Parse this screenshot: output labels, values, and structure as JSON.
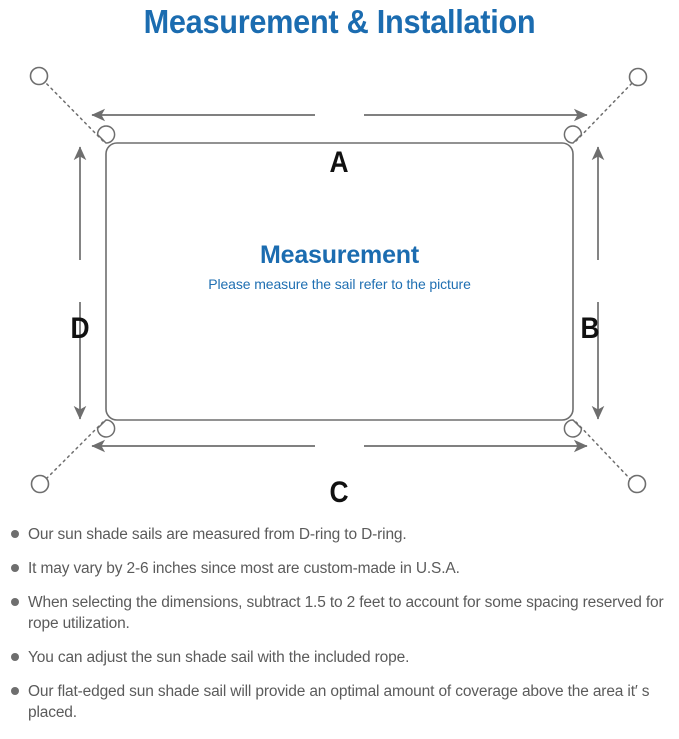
{
  "page": {
    "title": "Measurement & Installation",
    "title_color": "#1B6CB0",
    "background": "#FFFFFF"
  },
  "diagram": {
    "name": "sun-shade-sail-measurement-diagram",
    "sail": {
      "label_title": "Measurement",
      "label_subtitle": "Please measure the sail refer to the picture",
      "title_color": "#1B6CB0",
      "subtitle_color": "#1F6FB2",
      "outline_color": "#6E6E6E"
    },
    "dimension_labels": [
      {
        "id": "a",
        "text": "A",
        "position": "top",
        "orientation": "horizontal"
      },
      {
        "id": "b",
        "text": "B",
        "position": "right",
        "orientation": "vertical"
      },
      {
        "id": "c",
        "text": "C",
        "position": "bottom",
        "orientation": "horizontal"
      },
      {
        "id": "d",
        "text": "D",
        "position": "left",
        "orientation": "vertical"
      }
    ],
    "anchors": [
      {
        "id": "top-left",
        "corner": "top-left"
      },
      {
        "id": "top-right",
        "corner": "top-right"
      },
      {
        "id": "bottom-left",
        "corner": "bottom-left"
      },
      {
        "id": "bottom-right",
        "corner": "bottom-right"
      }
    ],
    "arrow_color": "#6E6E6E",
    "rope_style": "dotted"
  },
  "notes": {
    "bullet_color": "#6E6E6E",
    "text_color": "#5B5B5B",
    "items": [
      "Our sun shade sails are measured from D-ring to D-ring.",
      "It may vary by 2-6 inches since most are custom-made in U.S.A.",
      "When selecting the dimensions, subtract 1.5 to 2 feet to account for some spacing reserved for rope utilization.",
      "You can adjust the sun shade sail with the included rope.",
      "Our flat-edged sun shade sail will provide an optimal amount of coverage above the area it′ s placed."
    ]
  }
}
